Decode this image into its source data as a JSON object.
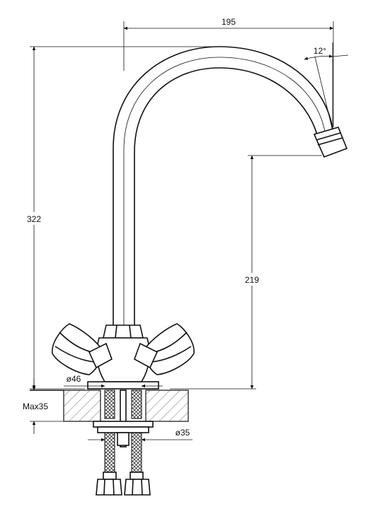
{
  "drawing": {
    "dimensions": {
      "overall_reach": "195",
      "overall_height": "322",
      "spout_height": "219",
      "spout_angle": "12°",
      "base_diameter": "ø46",
      "thread_diameter": "ø35",
      "max_counter_thickness": "Max35"
    },
    "colors": {
      "line": "#111111",
      "background": "#ffffff"
    }
  }
}
